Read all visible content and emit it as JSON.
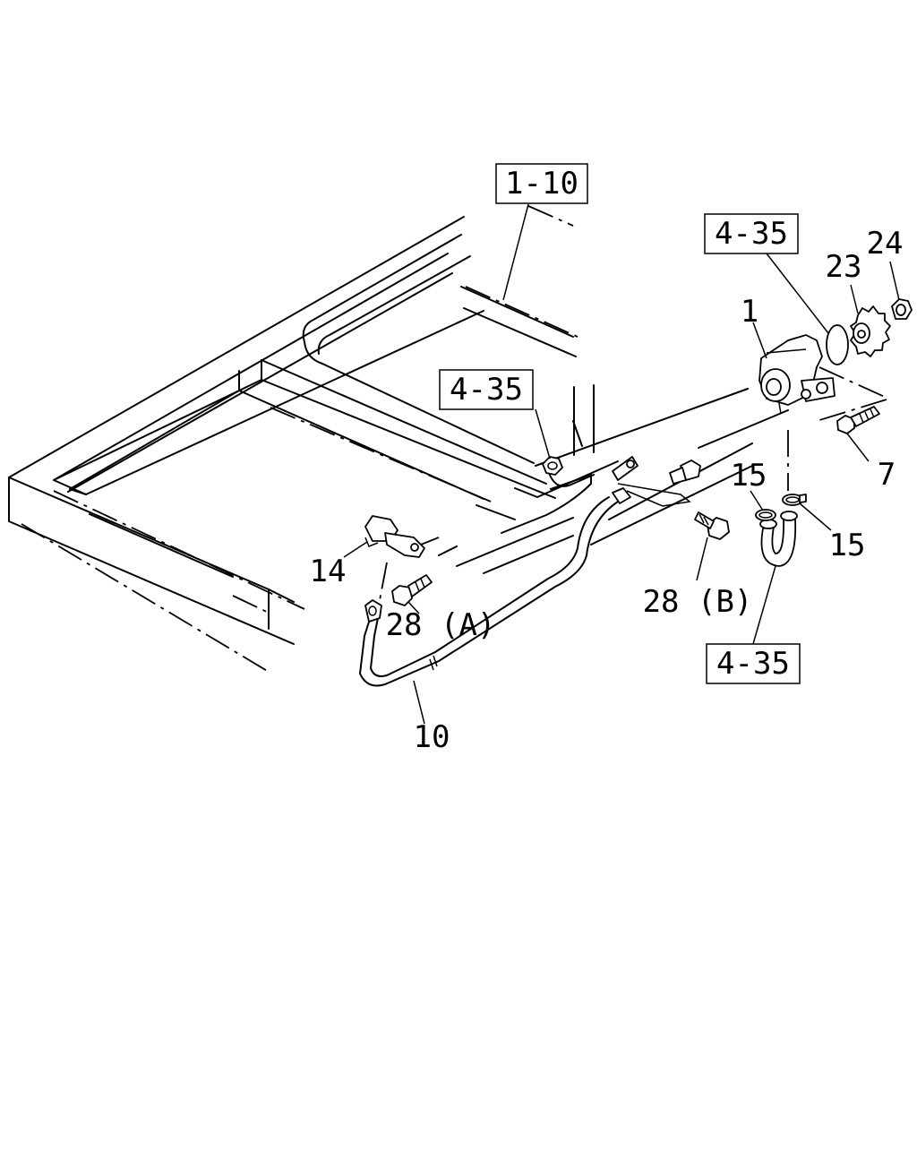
{
  "ref_boxes": [
    {
      "id": "ref-frame",
      "text": "1-10"
    },
    {
      "id": "ref-pump",
      "text": "4-35"
    },
    {
      "id": "ref-nut",
      "text": "4-35"
    },
    {
      "id": "ref-hose",
      "text": "4-35"
    }
  ],
  "callouts": {
    "pump": "1",
    "sprocket": "23",
    "nut_small": "24",
    "bolt_pump": "7",
    "clamp_left": "15",
    "clamp_right": "15",
    "sensor": "14",
    "bolt_a": "28 (A)",
    "bolt_b": "28 (B)",
    "cable": "10"
  }
}
